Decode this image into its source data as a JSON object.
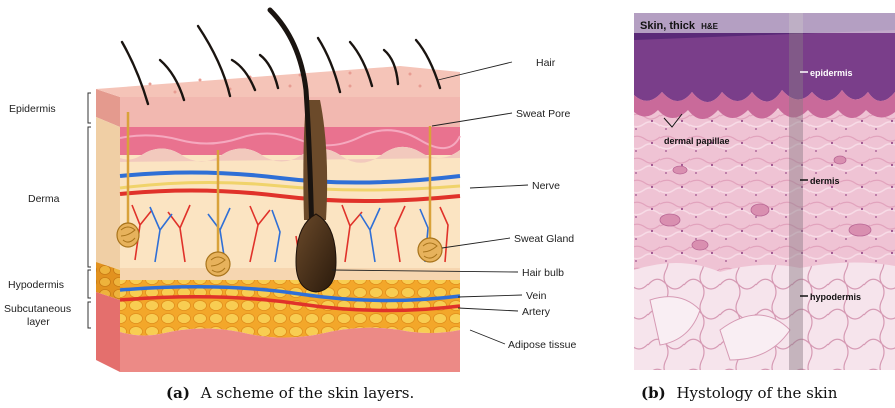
{
  "figure_a": {
    "left_labels": [
      "Epidermis",
      "Derma",
      "Hypodermis",
      "Subcutaneous",
      "layer"
    ],
    "right_labels": [
      "Hair",
      "Sweat Pore",
      "Nerve",
      "Sweat Gland",
      "Hair bulb",
      "Vein",
      "Artery",
      "Adipose tissue"
    ],
    "caption_tag": "(a)",
    "caption_text": "A scheme of the skin layers."
  },
  "figure_b": {
    "title": "Skin, thick",
    "stain": "H&E",
    "labels": [
      "epidermis",
      "dermal papillae",
      "dermis",
      "hypodermis"
    ],
    "caption_tag": "(b)",
    "caption_text": "Hystology of the skin"
  },
  "colors": {
    "epidermis": "#f2b8b0",
    "dermis": "#fbe4c2",
    "adipose": "#f5b82e",
    "vein": "#2f6fd6",
    "artery": "#e0322a",
    "hair": "#1a1410",
    "histo_purple": "#7a3e8a",
    "histo_pink": "#efc6d6"
  }
}
